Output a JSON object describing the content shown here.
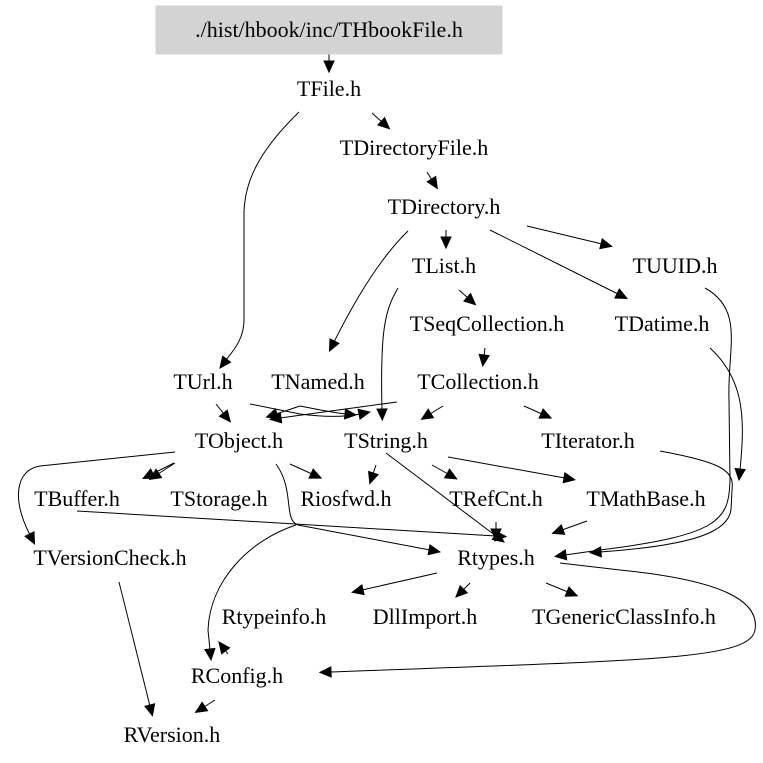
{
  "title": "./hist/hbook/inc/THbookFile.h",
  "root_fill": "#d3d3d3",
  "nodes": [
    {
      "id": "root",
      "label": "./hist/hbook/inc/THbookFile.h",
      "root": true
    },
    {
      "id": "TFile",
      "label": "TFile.h"
    },
    {
      "id": "TDirectoryFile",
      "label": "TDirectoryFile.h"
    },
    {
      "id": "TDirectory",
      "label": "TDirectory.h"
    },
    {
      "id": "TList",
      "label": "TList.h"
    },
    {
      "id": "TUUID",
      "label": "TUUID.h"
    },
    {
      "id": "TSeqCollection",
      "label": "TSeqCollection.h"
    },
    {
      "id": "TDatime",
      "label": "TDatime.h"
    },
    {
      "id": "TUrl",
      "label": "TUrl.h"
    },
    {
      "id": "TNamed",
      "label": "TNamed.h"
    },
    {
      "id": "TCollection",
      "label": "TCollection.h"
    },
    {
      "id": "TObject",
      "label": "TObject.h"
    },
    {
      "id": "TString",
      "label": "TString.h"
    },
    {
      "id": "TIterator",
      "label": "TIterator.h"
    },
    {
      "id": "TBuffer",
      "label": "TBuffer.h"
    },
    {
      "id": "TStorage",
      "label": "TStorage.h"
    },
    {
      "id": "Riosfwd",
      "label": "Riosfwd.h"
    },
    {
      "id": "TRefCnt",
      "label": "TRefCnt.h"
    },
    {
      "id": "TMathBase",
      "label": "TMathBase.h"
    },
    {
      "id": "TVersionCheck",
      "label": "TVersionCheck.h"
    },
    {
      "id": "Rtypes",
      "label": "Rtypes.h"
    },
    {
      "id": "Rtypeinfo",
      "label": "Rtypeinfo.h"
    },
    {
      "id": "DllImport",
      "label": "DllImport.h"
    },
    {
      "id": "TGenericClassInfo",
      "label": "TGenericClassInfo.h"
    },
    {
      "id": "RConfig",
      "label": "RConfig.h"
    },
    {
      "id": "RVersion",
      "label": "RVersion.h"
    }
  ],
  "edges": [
    {
      "from": "root",
      "to": "TFile"
    },
    {
      "from": "TFile",
      "to": "TDirectoryFile"
    },
    {
      "from": "TFile",
      "to": "TUrl"
    },
    {
      "from": "TDirectoryFile",
      "to": "TDirectory"
    },
    {
      "from": "TDirectory",
      "to": "TList"
    },
    {
      "from": "TDirectory",
      "to": "TUUID"
    },
    {
      "from": "TDirectory",
      "to": "TDatime"
    },
    {
      "from": "TDirectory",
      "to": "TNamed"
    },
    {
      "from": "TList",
      "to": "TSeqCollection"
    },
    {
      "from": "TList",
      "to": "TString"
    },
    {
      "from": "TSeqCollection",
      "to": "TCollection"
    },
    {
      "from": "TUUID",
      "to": "Rtypes"
    },
    {
      "from": "TDatime",
      "to": "Rtypes"
    },
    {
      "from": "TUrl",
      "to": "TObject"
    },
    {
      "from": "TUrl",
      "to": "TString"
    },
    {
      "from": "TNamed",
      "to": "TObject"
    },
    {
      "from": "TNamed",
      "to": "TString"
    },
    {
      "from": "TCollection",
      "to": "TObject"
    },
    {
      "from": "TCollection",
      "to": "TString"
    },
    {
      "from": "TCollection",
      "to": "TIterator"
    },
    {
      "from": "TIterator",
      "to": "Rtypes"
    },
    {
      "from": "TObject",
      "to": "TBuffer"
    },
    {
      "from": "TObject",
      "to": "TStorage"
    },
    {
      "from": "TObject",
      "to": "Riosfwd"
    },
    {
      "from": "TObject",
      "to": "Rtypes"
    },
    {
      "from": "TObject",
      "to": "TVersionCheck"
    },
    {
      "from": "TString",
      "to": "Riosfwd"
    },
    {
      "from": "TString",
      "to": "TRefCnt"
    },
    {
      "from": "TString",
      "to": "TMathBase"
    },
    {
      "from": "TString",
      "to": "Rtypes"
    },
    {
      "from": "TBuffer",
      "to": "Rtypes"
    },
    {
      "from": "TStorage",
      "to": "Rtypes"
    },
    {
      "from": "TRefCnt",
      "to": "Rtypes"
    },
    {
      "from": "TMathBase",
      "to": "Rtypes"
    },
    {
      "from": "TVersionCheck",
      "to": "RVersion"
    },
    {
      "from": "Rtypes",
      "to": "Rtypeinfo"
    },
    {
      "from": "Rtypes",
      "to": "DllImport"
    },
    {
      "from": "Rtypes",
      "to": "TGenericClassInfo"
    },
    {
      "from": "Rtypes",
      "to": "RConfig"
    },
    {
      "from": "Rtypeinfo",
      "to": "RConfig"
    },
    {
      "from": "RConfig",
      "to": "RVersion"
    }
  ]
}
